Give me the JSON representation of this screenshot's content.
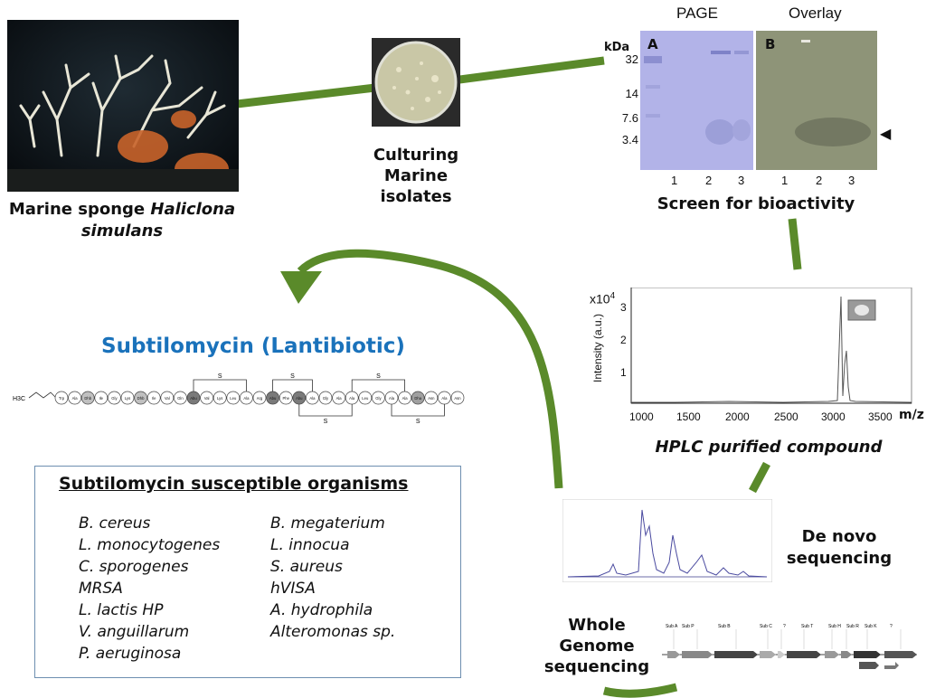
{
  "sponge": {
    "caption_prefix": "Marine sponge ",
    "caption_italic": "Haliclona simulans"
  },
  "culture": {
    "caption_line1": "Culturing",
    "caption_line2": "Marine",
    "caption_line3": "isolates"
  },
  "gel": {
    "page_label": "PAGE",
    "overlay_label": "Overlay",
    "kda_label": "kDa",
    "panel_a": "A",
    "panel_b": "B",
    "markers": [
      "32",
      "14",
      "7.6",
      "3.4"
    ],
    "lanes": [
      "1",
      "2",
      "3"
    ],
    "caption": "Screen for bioactivity",
    "pointer": "◀"
  },
  "hplc": {
    "ylabel": "Intensity (a.u.)",
    "yexp_base": "x10",
    "yexp_power": "4",
    "yticks": [
      "1",
      "2",
      "3"
    ],
    "xticks": [
      "1000",
      "1500",
      "2000",
      "2500",
      "3000",
      "3500"
    ],
    "xlabel": "m/z",
    "caption": "HPLC purified compound"
  },
  "lantibiotic": {
    "title": "Subtilomycin (Lantibiotic)",
    "residues": [
      "Trp",
      "Ala",
      "Dhb",
      "Ile",
      "Gly",
      "Lys",
      "Dhb",
      "Ile",
      "Val",
      "Gln",
      "Abu",
      "Val",
      "Lys",
      "Leu",
      "Ala",
      "Arg",
      "Abu",
      "Phe",
      "Abu",
      "Ala",
      "Gly",
      "Ala",
      "Ala",
      "Leu",
      "Gly",
      "Ala",
      "Ala",
      "Dha",
      "Asn",
      "Ala",
      "Asn"
    ],
    "s_label": "S",
    "prefix_label": "H3C"
  },
  "organisms": {
    "title": "Subtilomycin susceptible organisms",
    "left": [
      "B. cereus",
      "L. monocytogenes",
      "C. sporogenes",
      "MRSA",
      "L. lactis HP",
      "V. anguillarum",
      "P. aeruginosa"
    ],
    "right": [
      "B. megaterium",
      "L. innocua",
      "S. aureus",
      "hVISA",
      "A. hydrophila",
      "Alteromonas sp."
    ]
  },
  "denovo": {
    "line1": "De novo",
    "line2": "sequencing"
  },
  "genome": {
    "line1": "Whole",
    "line2": "Genome",
    "line3": "sequencing",
    "gene_labels": [
      "Sub A",
      "Sub P",
      "Sub B",
      "Sub C",
      "?",
      "Sub T",
      "Sub H",
      "Sub R",
      "Sub K",
      "?"
    ]
  },
  "colors": {
    "arrow": "#5a8a2a",
    "title_blue": "#1a72bb",
    "box_border": "#6e8fb0"
  }
}
